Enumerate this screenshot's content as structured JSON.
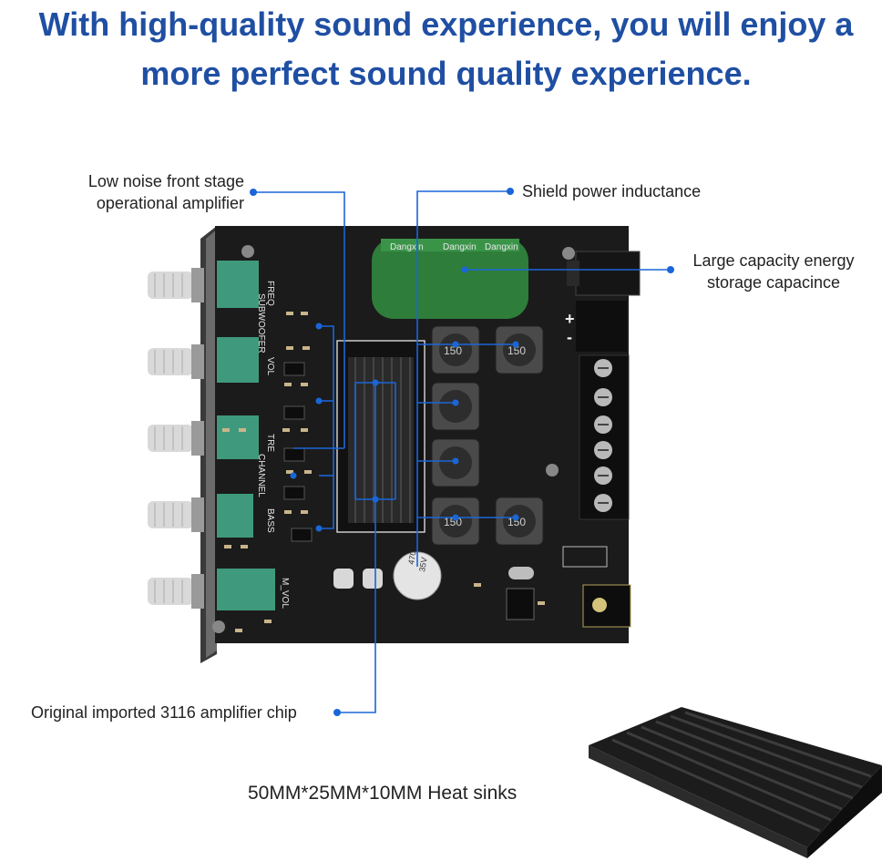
{
  "headline": {
    "line1": "With high-quality sound experience, you will enjoy a",
    "line2": "more perfect sound quality experience."
  },
  "callouts": {
    "op_amp_line1": "Low noise front stage",
    "op_amp_line2": "operational amplifier",
    "inductance": "Shield power inductance",
    "capacitor_line1": "Large capacity energy",
    "capacitor_line2": "storage capacince",
    "chip": "Original imported 3116 amplifier chip"
  },
  "caption": "50MM*25MM*10MM Heat sinks",
  "board_labels": {
    "freq": "FREQ",
    "subwoofer": "SUBWOOFER",
    "vol": "VOL",
    "tre": "TRE",
    "channel": "CHANNEL",
    "bass": "BASS",
    "m_vol": "M_VOL",
    "cap_brand": "Dangxin",
    "cap_value": "470",
    "cap_voltage": "35V",
    "inductor_value": "150"
  },
  "colors": {
    "headline": "#1f4fa3",
    "leader": "#1a66d9",
    "pcb": "#1b1b1b",
    "pot_green": "#3f9a7d",
    "capacitor_green": "#2e7d3a"
  }
}
